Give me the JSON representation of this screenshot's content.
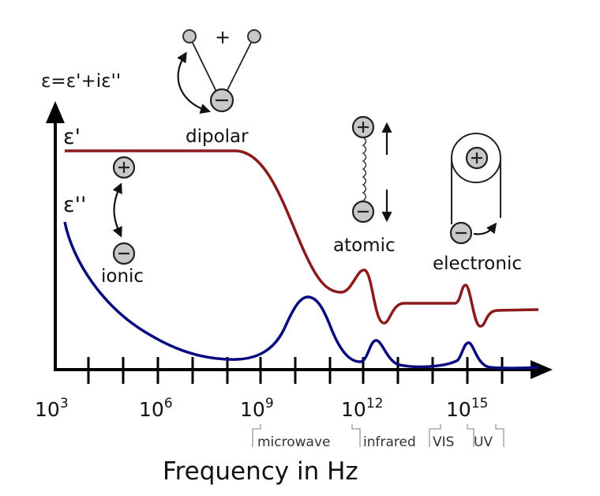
{
  "diagram": {
    "permittivity_label": "ε=ε'+iε''",
    "real_part_symbol": "ε'",
    "imag_part_symbol": "ε''",
    "axis_title": "Frequency in Hz",
    "mechanisms": {
      "dipolar": "dipolar",
      "ionic": "ionic",
      "atomic": "atomic",
      "electronic": "electronic"
    },
    "dipole_plus": "+",
    "x_ticks": [
      {
        "base": "10",
        "exp": "3"
      },
      {
        "base": "10",
        "exp": "6"
      },
      {
        "base": "10",
        "exp": "9"
      },
      {
        "base": "10",
        "exp": "12"
      },
      {
        "base": "10",
        "exp": "15"
      }
    ],
    "bands": {
      "microwave": "microwave",
      "infrared": "infrared",
      "vis": "VIS",
      "uv": "UV"
    },
    "colors": {
      "real_curve": "#8b1a1a",
      "imag_curve": "#0a0a80",
      "axis": "#000000",
      "charge_fill": "#c8c8c8"
    }
  }
}
